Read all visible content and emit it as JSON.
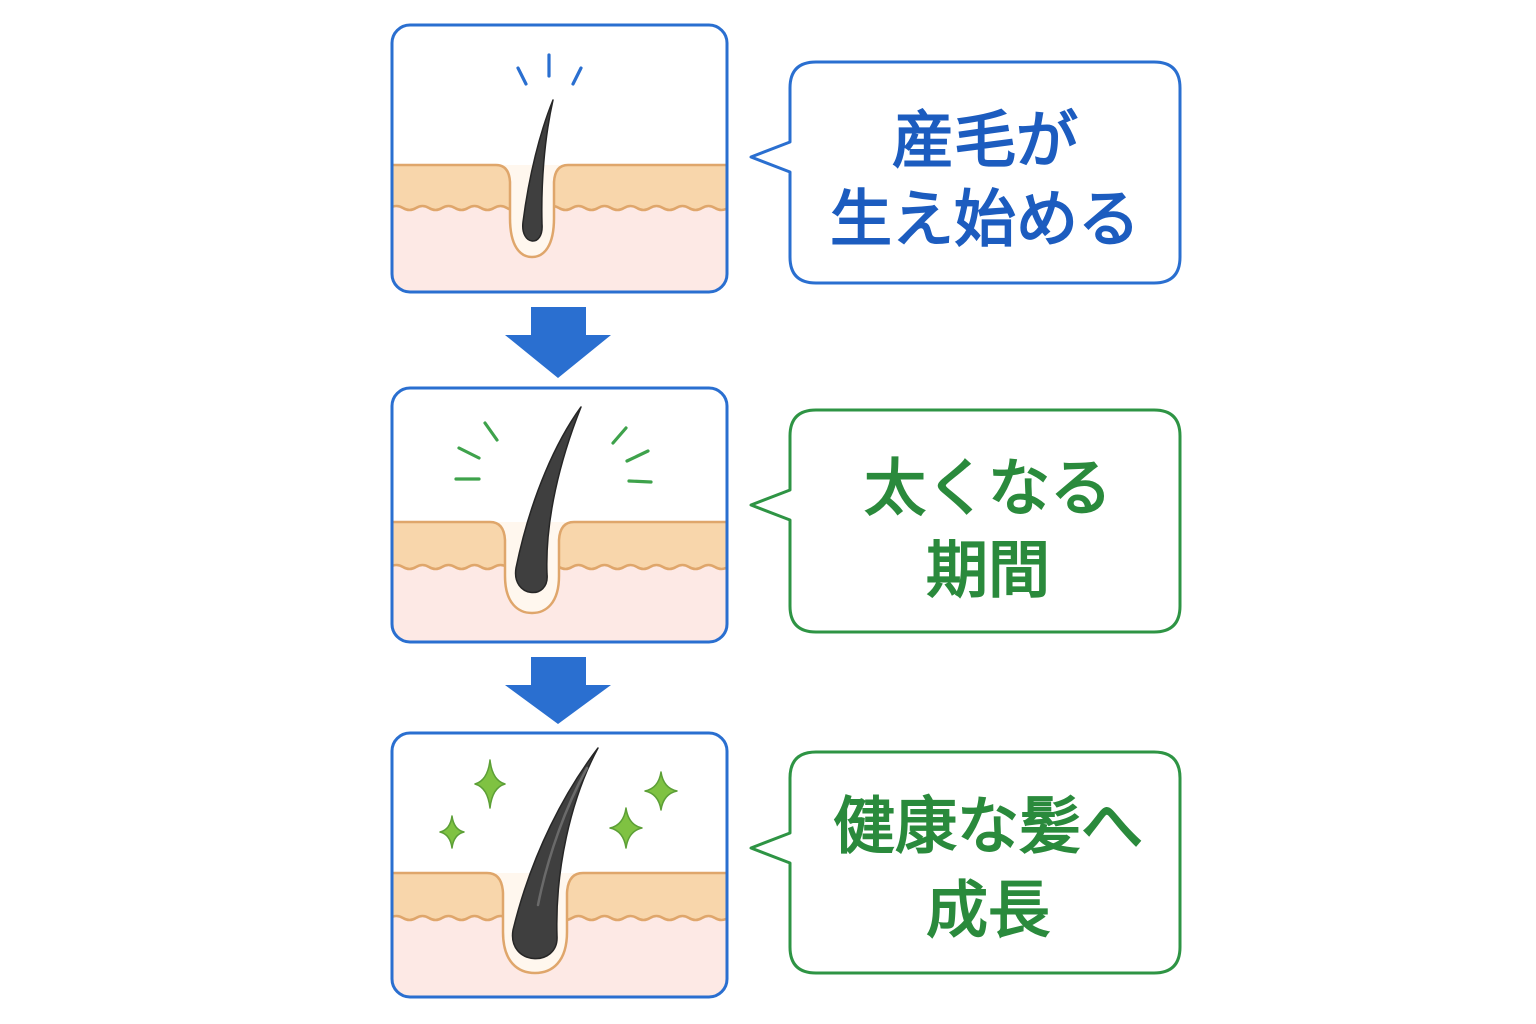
{
  "colors": {
    "panel_border": "#2a6fd0",
    "arrow": "#2a6fd0",
    "stage1_border": "#2a6fd0",
    "stage1_text": "#1c5cbf",
    "stage2_border": "#2e9444",
    "stage2_text": "#2a8a3c",
    "stage3_border": "#2e9444",
    "stage3_text": "#2a8a3c",
    "emphasis_blue": "#2a6fd0",
    "emphasis_green": "#3ea24b",
    "sparkle": "#7fc242",
    "hair": "#3f3f3f",
    "skin_upper": "#f8d6ab",
    "skin_lower": "#fde9e5",
    "skin_line": "#dfa66b"
  },
  "icons": {
    "stage1_marks": "emphasis-lines-icon",
    "stage2_marks": "emphasis-lines-icon",
    "stage3_marks": "sparkle-icon",
    "between_stages": "down-arrow-icon"
  },
  "stages": [
    {
      "caption_lines": [
        "産毛が",
        "生え始める"
      ]
    },
    {
      "caption_lines": [
        "太くなる",
        "期間"
      ]
    },
    {
      "caption_lines": [
        "健康な髪へ",
        "成長"
      ]
    }
  ]
}
